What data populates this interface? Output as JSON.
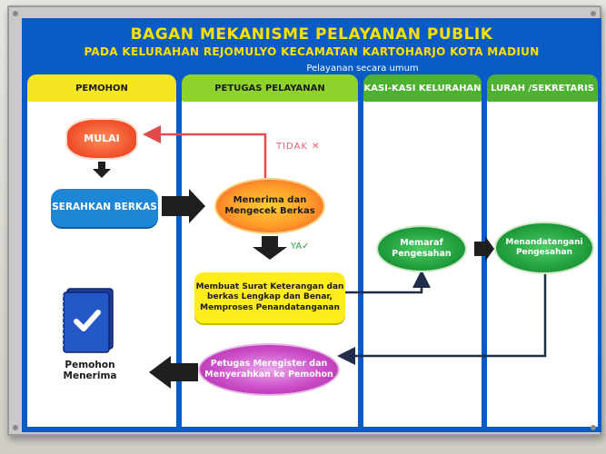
{
  "board": {
    "title_line1": "BAGAN MEKANISME PELAYANAN PUBLIK",
    "title_line2": "PADA KELURAHAN REJOMULYO KECAMATAN KARTOHARJO KOTA MADIUN",
    "subtitle": "Pelayanan secara umum"
  },
  "columns": [
    {
      "label": "PEMOHON"
    },
    {
      "label": "PETUGAS PELAYANAN"
    },
    {
      "label": "KASI-KASI KELURAHAN"
    },
    {
      "label": "LURAH /SEKRETARIS"
    }
  ],
  "nodes": {
    "mulai": "MULAI",
    "serahkan": "SERAHKAN BERKAS",
    "menerima": "Menerima dan Mengecek Berkas",
    "membuat": "Membuat Surat Keterangan dan berkas Lengkap dan Benar, Memproses Penandatanganan",
    "memaraf": "Memaraf Pengesahan",
    "menandatangani": "Menandatangani Pengesahan",
    "petugas_meregister": "Petugas Meregister dan Menyerahkan ke Pemohon",
    "pemohon_menerima": "Pemohon Menerima"
  },
  "labels": {
    "tidak": "TIDAK ✕",
    "ya": "YA✓"
  },
  "colors": {
    "board_blue": "#0a5bc4",
    "title_yellow": "#ffe000",
    "header_yellow": "#f4e622",
    "header_green": "#8ed22c",
    "red_arrow": "#e34b4b"
  }
}
